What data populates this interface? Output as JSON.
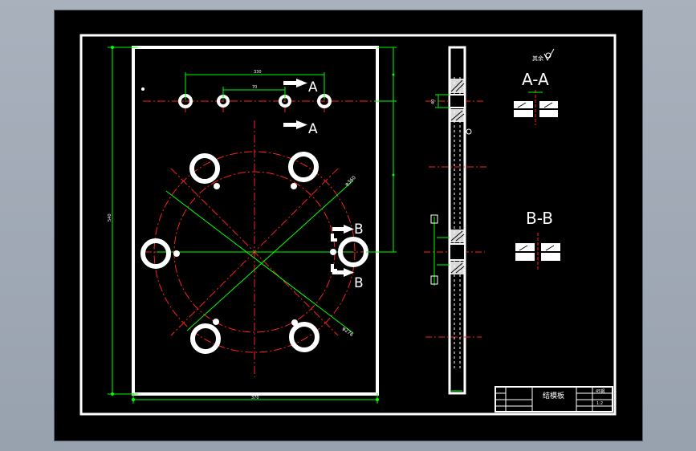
{
  "drawing": {
    "section_a_label": "A",
    "section_b_label": "B",
    "section_aa_title": "A-A",
    "section_bb_title": "B-B",
    "roughness_note": "其余",
    "dim_overall_width": "370",
    "dim_overall_height": "540",
    "dim_top_outer": "330",
    "dim_top_inner": "70",
    "dim_side_thickness": "40",
    "dim_circle_1": "φ360",
    "dim_circle_2": "φ276",
    "title_block": {
      "part_name": "结模板",
      "material": "45钢",
      "scale": "1:2"
    }
  },
  "colors": {
    "lines": "#ffffff",
    "centerlines": "#ff2020",
    "dimensions": "#00ff00",
    "background": "#000000"
  }
}
